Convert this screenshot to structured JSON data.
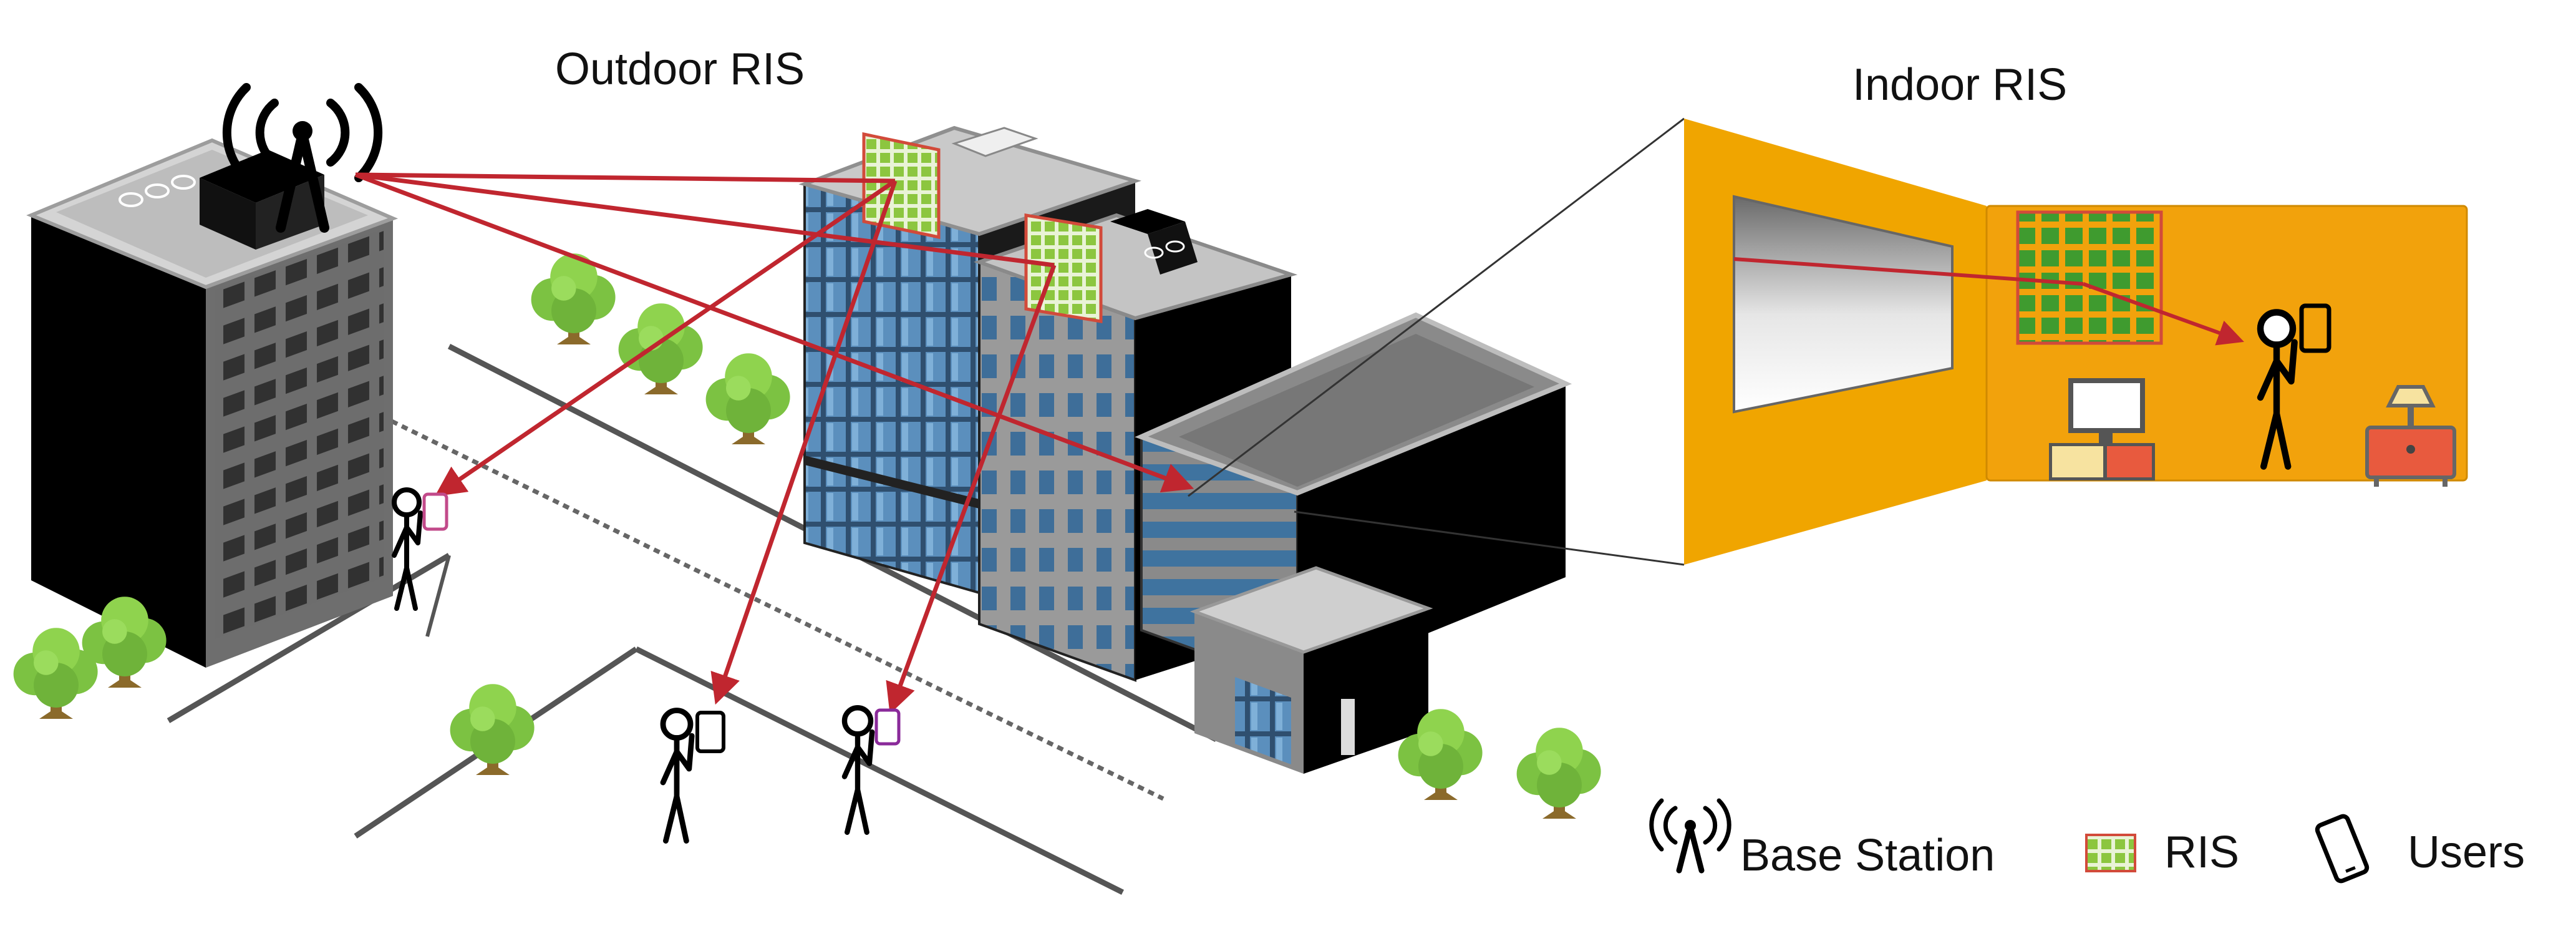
{
  "labels": {
    "outdoor_ris": "Outdoor RIS",
    "indoor_ris": "Indoor RIS"
  },
  "legend": {
    "base_station": "Base Station",
    "ris": "RIS",
    "users": "Users"
  },
  "icons": {
    "base_station": "antenna-tower-icon",
    "ris": "ris-panel-icon",
    "user": "smartphone-icon",
    "person": "stick-figure-icon",
    "tree": "tree-icon",
    "monitor": "monitor-icon",
    "lamp": "lamp-icon"
  },
  "colors": {
    "signal": "#c0262f",
    "ris_fill": "#8cc63f",
    "ris_border": "#d24a3a",
    "indoor_wall": "#f0a500",
    "indoor_room": "#f2a20c",
    "glass": "#4f7fa8",
    "building_dark": "#000000",
    "roof": "#b7b7b7",
    "tree": "#7cc242",
    "trunk": "#8b6a2b"
  }
}
